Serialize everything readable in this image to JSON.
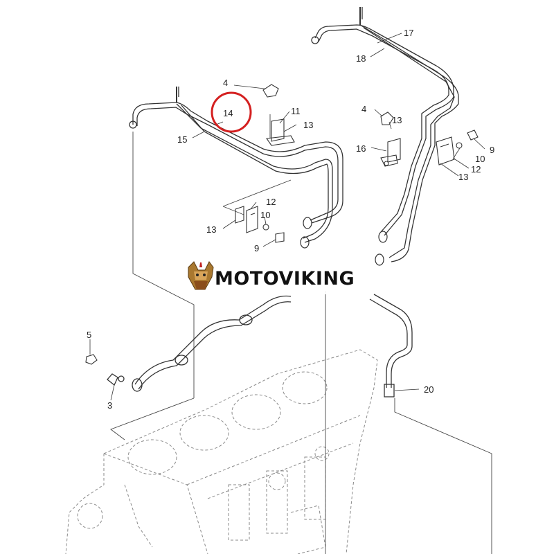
{
  "callouts": {
    "p3": "3",
    "p4a": "4",
    "p4b": "4",
    "p5": "5",
    "p9a": "9",
    "p9b": "9",
    "p10a": "10",
    "p10b": "10",
    "p11": "11",
    "p12a": "12",
    "p12b": "12",
    "p13a": "13",
    "p13b": "13",
    "p13c": "13",
    "p13d": "13",
    "p14": "14",
    "p15": "15",
    "p16": "16",
    "p17": "17",
    "p18": "18",
    "p20": "20"
  },
  "watermark": {
    "brand": "MOTOVIKING"
  },
  "colors": {
    "highlight": "#d42020",
    "line": "#333333",
    "engine": "#8a8a8a"
  }
}
